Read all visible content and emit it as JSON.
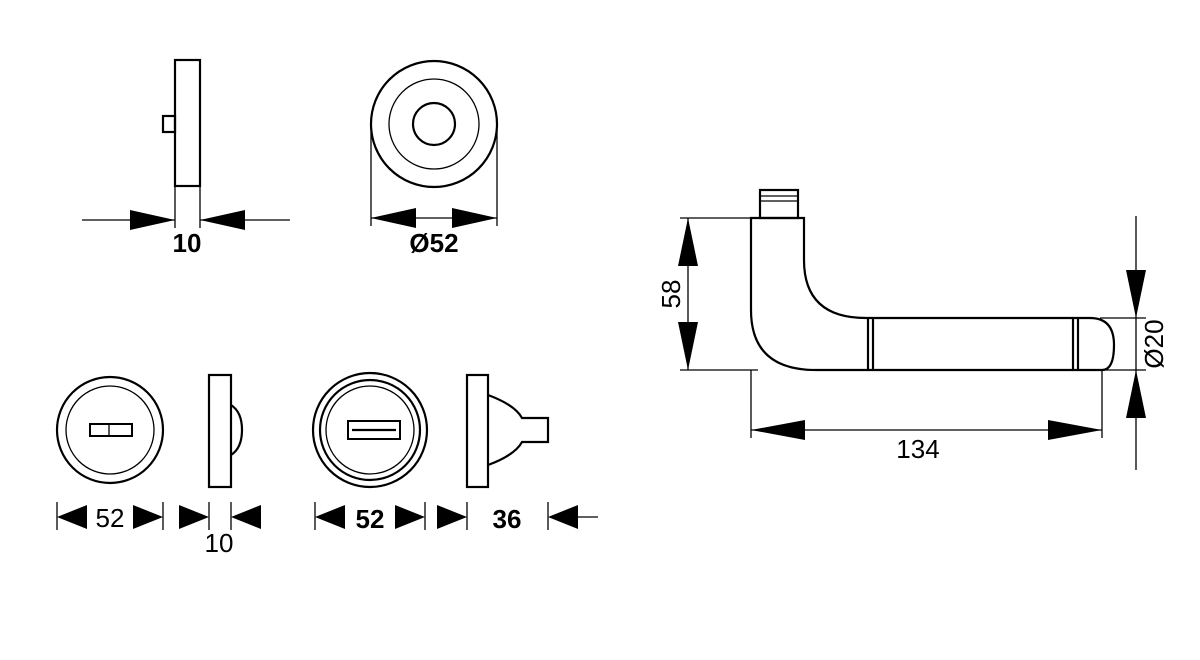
{
  "dimensions": {
    "rose_thickness": "10",
    "rose_diameter": "Ø52",
    "lever_height": "58",
    "lever_grip_diameter": "Ø20",
    "lever_length": "134",
    "escutcheon_a_width": "52",
    "escutcheon_a_thickness": "10",
    "escutcheon_b_width": "52",
    "escutcheon_b_depth": "36"
  }
}
